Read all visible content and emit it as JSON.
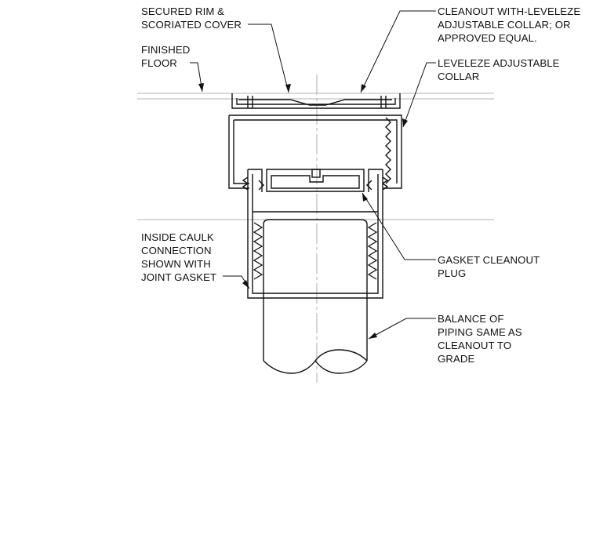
{
  "labels": {
    "cover": [
      "SECURED RIM &",
      "SCORIATED COVER"
    ],
    "floor": [
      "FINISHED",
      "FLOOR"
    ],
    "cleanout": [
      "CLEANOUT WITH-LEVELEZE",
      "ADJUSTABLE COLLAR; OR",
      "APPROVED EQUAL."
    ],
    "collar": [
      "LEVELEZE ADJUSTABLE",
      "COLLAR"
    ],
    "caulk": [
      "INSIDE CAULK",
      "CONNECTION",
      "SHOWN WITH",
      "JOINT GASKET"
    ],
    "plug": [
      "GASKET CLEANOUT",
      "PLUG"
    ],
    "piping": [
      "BALANCE OF",
      "PIPING SAME AS",
      "CLEANOUT TO",
      "GRADE"
    ]
  },
  "colors": {
    "line": "#111111",
    "reference": "#9a9a9a",
    "background": "#ffffff"
  }
}
